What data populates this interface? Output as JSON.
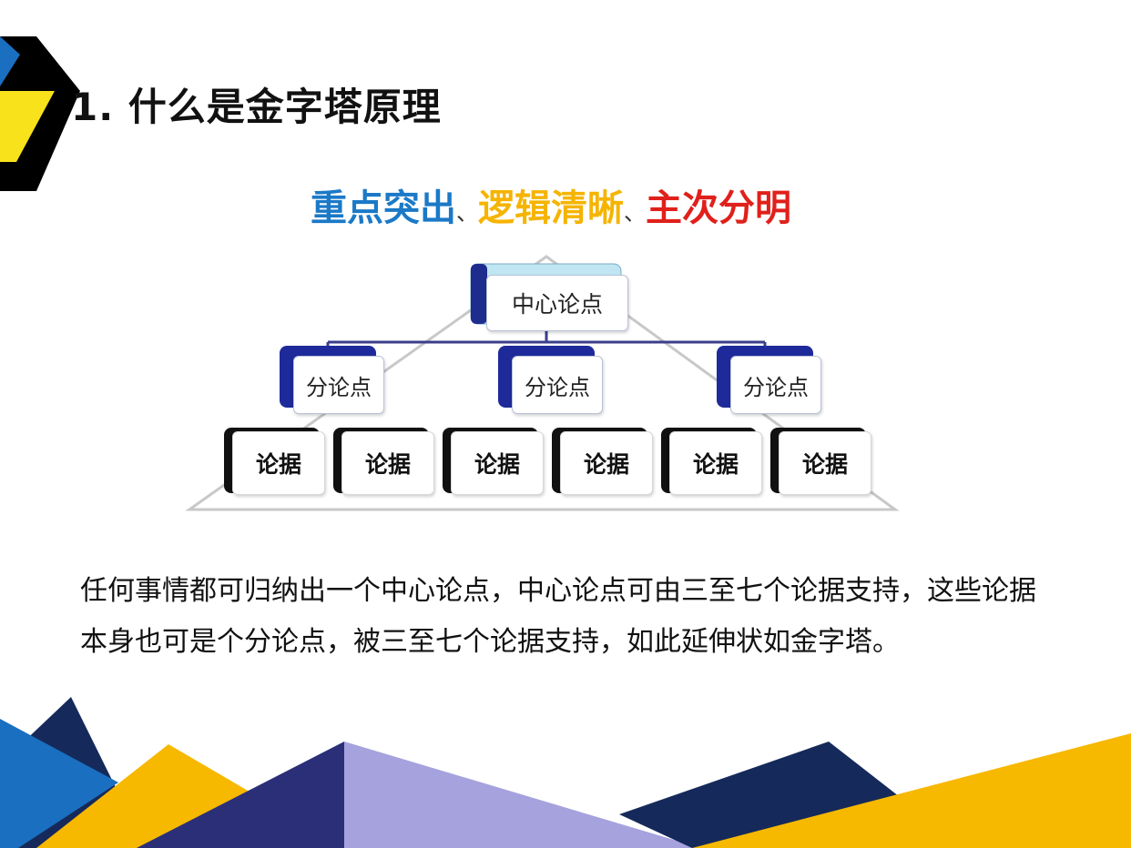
{
  "title": "1. 什么是金字塔原理",
  "tagline": {
    "parts": [
      {
        "text": "重点突出",
        "color": "#1b79c7"
      },
      {
        "text": "、",
        "color": "#333333"
      },
      {
        "text": "逻辑清晰",
        "color": "#f5b400"
      },
      {
        "text": "、",
        "color": "#333333"
      },
      {
        "text": "主次分明",
        "color": "#e0201b"
      }
    ]
  },
  "diagram": {
    "root": "中心论点",
    "subs": [
      "分论点",
      "分论点",
      "分论点"
    ],
    "leaves": [
      "论据",
      "论据",
      "论据",
      "论据",
      "论据",
      "论据"
    ]
  },
  "description": {
    "line1": "任何事情都可归纳出一个中心论点，中心论点可由三至七个论据支持，这些论据",
    "line2": "本身也可是个分论点，被三至七个论据支持，如此延伸状如金字塔。"
  },
  "colors": {
    "navy": "#2a2f78",
    "blue": "#1a6fc0",
    "yellow": "#f7b800",
    "lavender": "#a6a2dd",
    "dark_navy": "#152a5a",
    "root_tab": "#bfe6f2",
    "sub_tab": "#1f2a9a"
  }
}
